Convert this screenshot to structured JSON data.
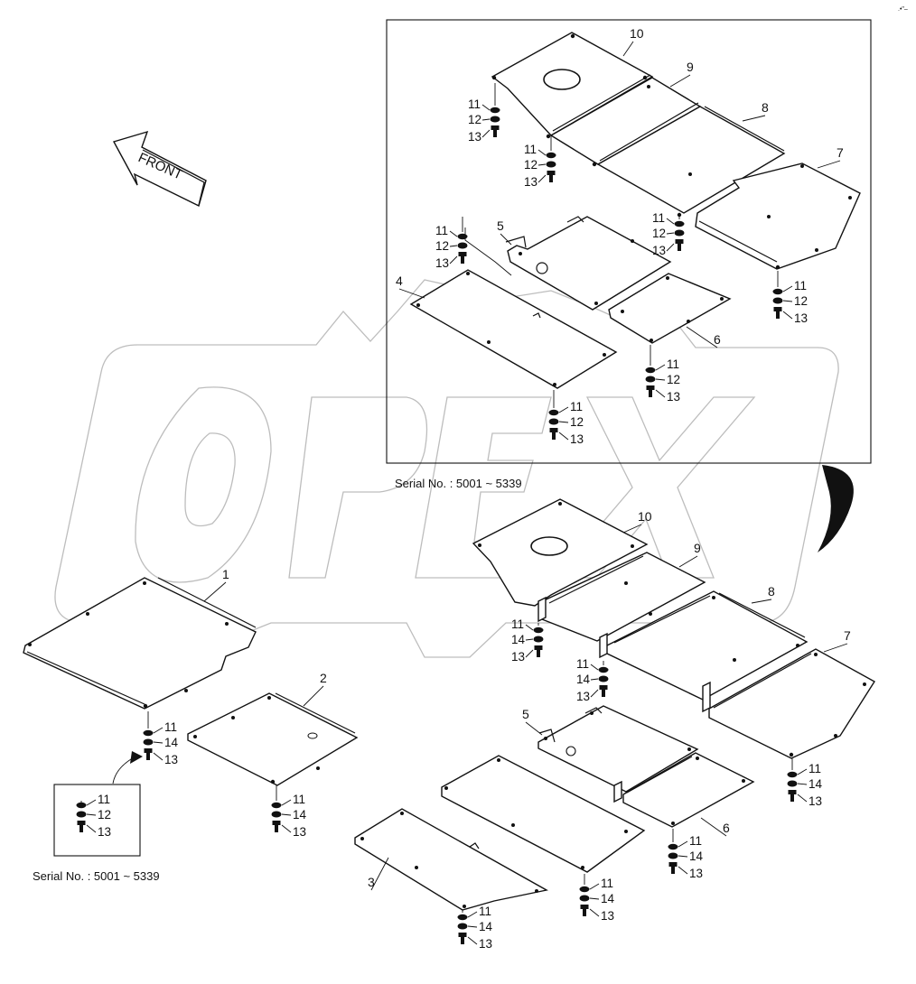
{
  "diagram": {
    "direction_arrow": {
      "label": "FRONT"
    },
    "serial_notes": [
      {
        "id": "upper",
        "text": "Serial No. : 5001 ~ 5339"
      },
      {
        "id": "lower",
        "text": "Serial No. : 5001 ~ 5339"
      }
    ],
    "watermark_text": "OPEX",
    "part_labels": [
      {
        "id": "u10",
        "text": "10"
      },
      {
        "id": "u9",
        "text": "9"
      },
      {
        "id": "u8",
        "text": "8"
      },
      {
        "id": "u7",
        "text": "7"
      },
      {
        "id": "u5",
        "text": "5"
      },
      {
        "id": "u4",
        "text": "4"
      },
      {
        "id": "u6",
        "text": "6"
      },
      {
        "id": "l10",
        "text": "10"
      },
      {
        "id": "l9",
        "text": "9"
      },
      {
        "id": "l8",
        "text": "8"
      },
      {
        "id": "l7",
        "text": "7"
      },
      {
        "id": "l1",
        "text": "1"
      },
      {
        "id": "l2",
        "text": "2"
      },
      {
        "id": "l5",
        "text": "5"
      },
      {
        "id": "l6",
        "text": "6"
      },
      {
        "id": "l3",
        "text": "3"
      }
    ],
    "fastener_stacks": [
      {
        "id": "s1",
        "labels": [
          "11",
          "12",
          "13"
        ]
      },
      {
        "id": "s2",
        "labels": [
          "11",
          "12",
          "13"
        ]
      },
      {
        "id": "s3",
        "labels": [
          "11",
          "12",
          "13"
        ]
      },
      {
        "id": "s4",
        "labels": [
          "11",
          "12",
          "13"
        ]
      },
      {
        "id": "s5",
        "labels": [
          "11",
          "12",
          "13"
        ]
      },
      {
        "id": "s6",
        "labels": [
          "11",
          "12",
          "13"
        ]
      },
      {
        "id": "s7",
        "labels": [
          "11",
          "12",
          "13"
        ]
      },
      {
        "id": "s8",
        "labels": [
          "11",
          "14",
          "13"
        ]
      },
      {
        "id": "s9",
        "labels": [
          "11",
          "14",
          "13"
        ]
      },
      {
        "id": "s10",
        "labels": [
          "11",
          "14",
          "13"
        ]
      },
      {
        "id": "s11",
        "labels": [
          "11",
          "12",
          "13"
        ]
      },
      {
        "id": "s12",
        "labels": [
          "11",
          "14",
          "13"
        ]
      },
      {
        "id": "s13",
        "labels": [
          "11",
          "14",
          "13"
        ]
      },
      {
        "id": "s14",
        "labels": [
          "11",
          "14",
          "13"
        ]
      },
      {
        "id": "s15",
        "labels": [
          "11",
          "14",
          "13"
        ]
      },
      {
        "id": "s16",
        "labels": [
          "11",
          "14",
          "13"
        ]
      }
    ]
  }
}
